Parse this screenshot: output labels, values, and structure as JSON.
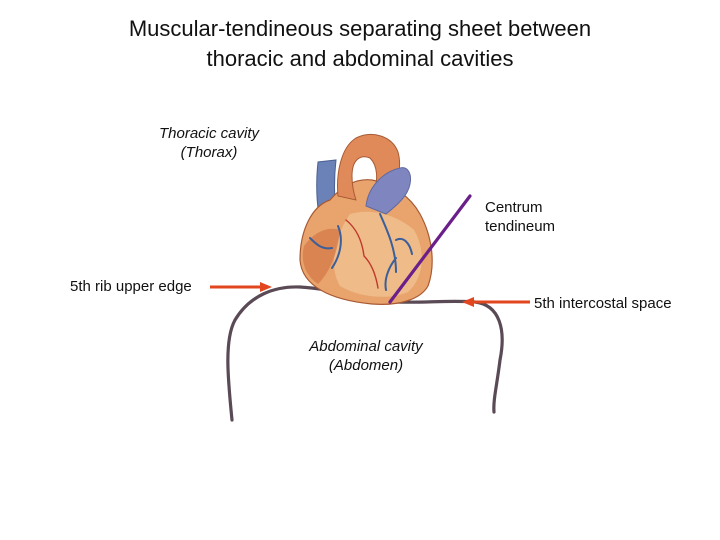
{
  "title": {
    "line1": "Muscular-tendineous separating sheet between",
    "line2": "thoracic and abdominal cavities"
  },
  "labels": {
    "thoracic_line1": "Thoracic cavity",
    "thoracic_line2": "(Thorax)",
    "centrum_line1": "Centrum",
    "centrum_line2": "tendineum",
    "rib_edge": "5th rib upper edge",
    "intercostal": "5th intercostal space",
    "abdominal_line1": "Abdominal cavity",
    "abdominal_line2": "(Abdomen)"
  },
  "colors": {
    "arrow_red": "#e2461e",
    "pointer_purple": "#6a1f8a",
    "diaphragm": "#5a4a55",
    "heart_main": "#e9a46d",
    "heart_dark": "#c8643a",
    "vessel_blue": "#6a82b8",
    "vessel_lines": "#3a5f9a"
  },
  "icons": [
    "heart-illustration",
    "diaphragm-outline"
  ]
}
